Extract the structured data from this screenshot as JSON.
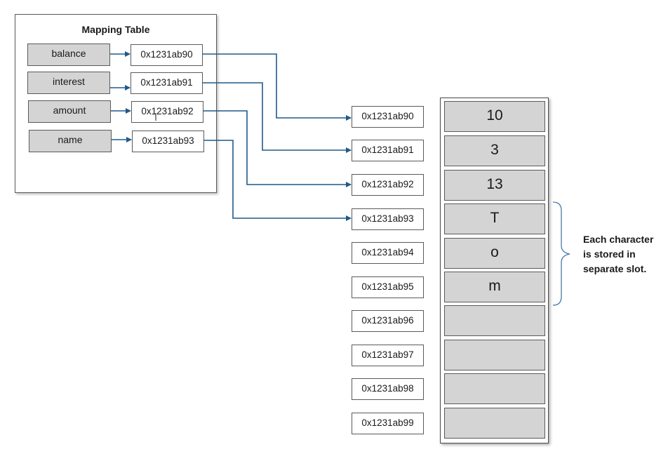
{
  "mapping_table": {
    "title": "Mapping Table",
    "rows": [
      {
        "variable": "balance",
        "address": "0x1231ab90"
      },
      {
        "variable": "interest",
        "address": "0x1231ab91"
      },
      {
        "variable": "amount",
        "address": "0x1231ab92"
      },
      {
        "variable": "name",
        "address": "0x1231ab93"
      }
    ]
  },
  "memory": {
    "addresses": [
      "0x1231ab90",
      "0x1231ab91",
      "0x1231ab92",
      "0x1231ab93",
      "0x1231ab94",
      "0x1231ab95",
      "0x1231ab96",
      "0x1231ab97",
      "0x1231ab98",
      "0x1231ab99"
    ],
    "slots": [
      "10",
      "3",
      "13",
      "T",
      "o",
      "m",
      "",
      "",
      "",
      ""
    ]
  },
  "annotation": {
    "line1": "Each character",
    "line2": "is stored in",
    "line3": "separate slot."
  },
  "colors": {
    "arrow": "#1f5a8a",
    "brace": "#4a78a8",
    "slot_fill": "#d4d4d4"
  }
}
